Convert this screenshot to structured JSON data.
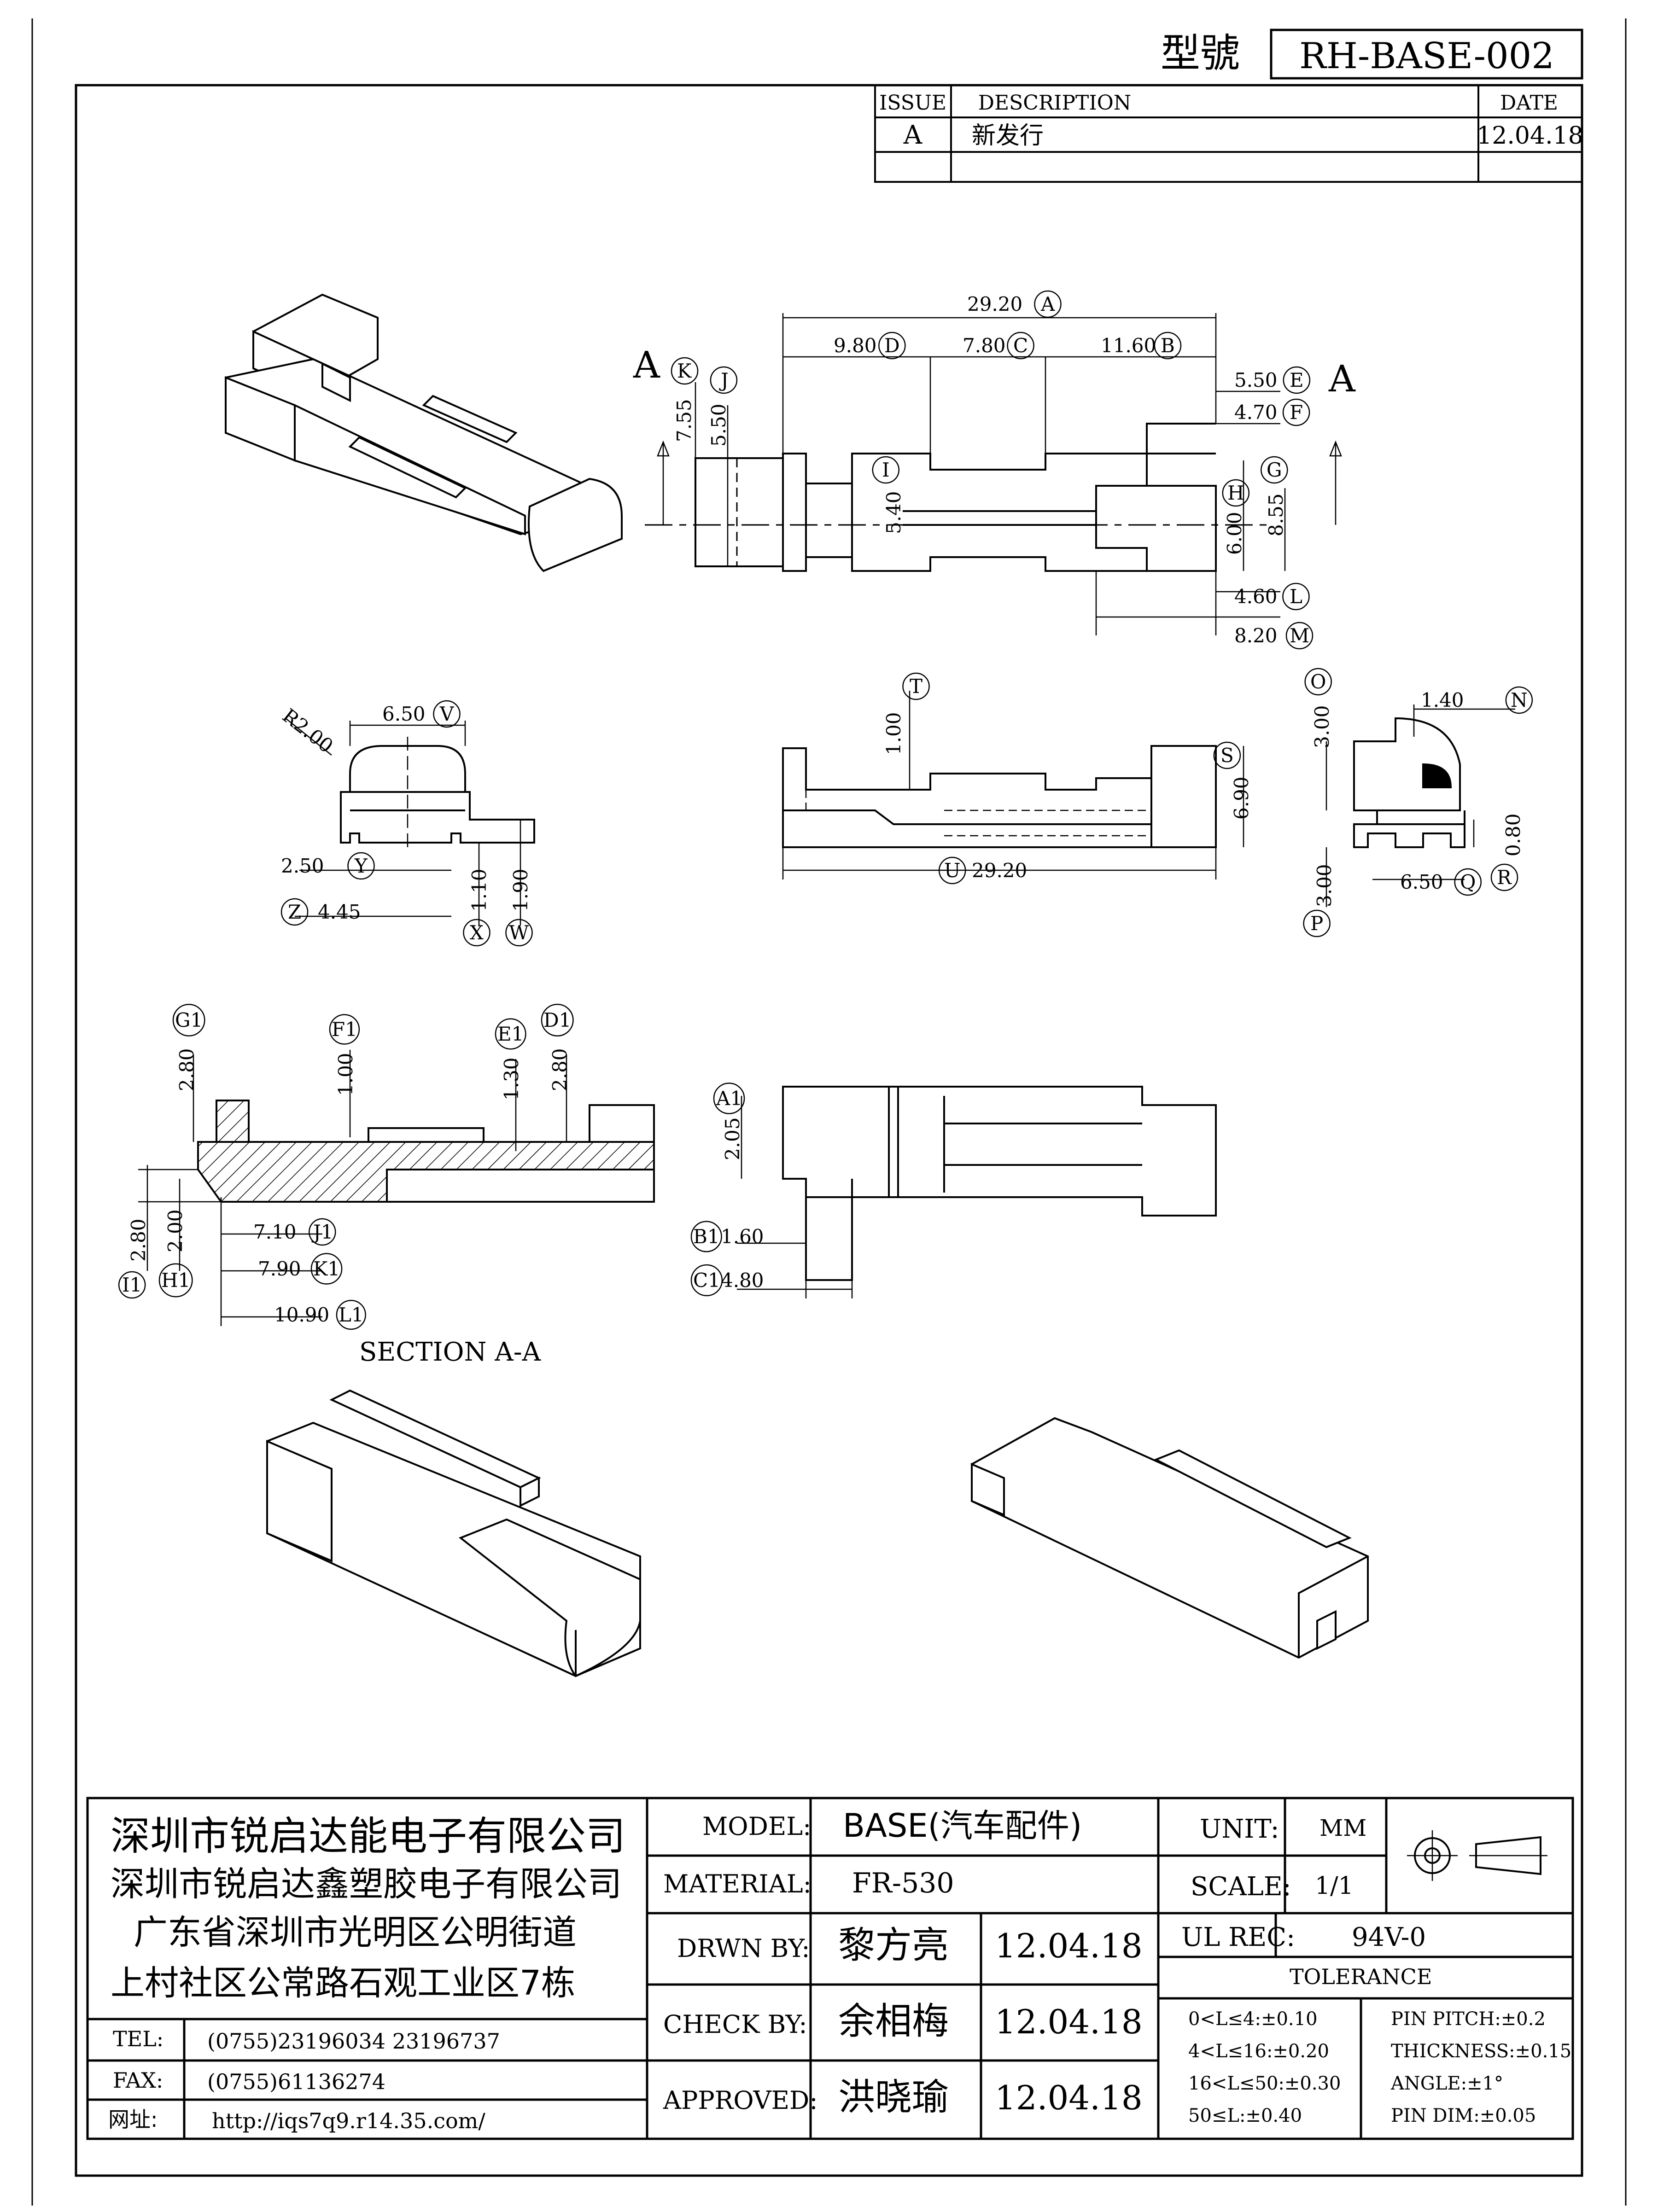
{
  "header": {
    "model_label": "型號",
    "model_number": "RH-BASE-002"
  },
  "revision_table": {
    "col_issue": "ISSUE",
    "col_description": "DESCRIPTION",
    "col_date": "DATE",
    "rows": [
      {
        "issue": "A",
        "description": "新发行",
        "date": "12.04.18"
      },
      {
        "issue": "",
        "description": "",
        "date": ""
      }
    ]
  },
  "drawing": {
    "section_markers": {
      "left": "A",
      "right": "A"
    },
    "section_title": "SECTION A-A",
    "top_view_dims": [
      {
        "value": "29.20",
        "tag": "A"
      },
      {
        "value": "9.80",
        "tag": "D"
      },
      {
        "value": "7.80",
        "tag": "C"
      },
      {
        "value": "11.60",
        "tag": "B"
      },
      {
        "value": "5.50",
        "tag": "E"
      },
      {
        "value": "4.70",
        "tag": "F"
      },
      {
        "value": "7.55",
        "tag": "K"
      },
      {
        "value": "5.50",
        "tag": "J"
      },
      {
        "value": "5.40",
        "tag": "I"
      },
      {
        "value": "6.00",
        "tag": "H"
      },
      {
        "value": "8.55",
        "tag": "G"
      },
      {
        "value": "4.60",
        "tag": "L"
      },
      {
        "value": "8.20",
        "tag": "M"
      }
    ],
    "front_view_dims": [
      {
        "value": "R2.00",
        "tag": ""
      },
      {
        "value": "6.50",
        "tag": "V"
      },
      {
        "value": "2.50",
        "tag": "Y"
      },
      {
        "value": "4.45",
        "tag": "Z"
      },
      {
        "value": "1.10",
        "tag": "X"
      },
      {
        "value": "1.90",
        "tag": "W"
      }
    ],
    "side_view_dims": [
      {
        "value": "1.00",
        "tag": "T"
      },
      {
        "value": "6.90",
        "tag": "S"
      },
      {
        "value": "29.20",
        "tag": "U"
      }
    ],
    "end_view_dims": [
      {
        "value": "3.00",
        "tag": "O"
      },
      {
        "value": "1.40",
        "tag": "N"
      },
      {
        "value": "0.80",
        "tag": "R"
      },
      {
        "value": "6.50",
        "tag": "Q"
      },
      {
        "value": "3.00",
        "tag": "P"
      }
    ],
    "section_dims": [
      {
        "value": "2.80",
        "tag": "G1"
      },
      {
        "value": "1.00",
        "tag": "F1"
      },
      {
        "value": "1.30",
        "tag": "E1"
      },
      {
        "value": "2.80",
        "tag": "D1"
      },
      {
        "value": "7.10",
        "tag": "J1"
      },
      {
        "value": "7.90",
        "tag": "K1"
      },
      {
        "value": "10.90",
        "tag": "L1"
      },
      {
        "value": "2.80",
        "tag": "I1"
      },
      {
        "value": "2.00",
        "tag": "H1"
      }
    ],
    "bottom_view_dims": [
      {
        "value": "2.05",
        "tag": "A1"
      },
      {
        "value": "1.60",
        "tag": "B1"
      },
      {
        "value": "4.80",
        "tag": "C1"
      }
    ]
  },
  "title_block": {
    "company_lines": [
      "深圳市锐启达能电子有限公司",
      "深圳市锐启达鑫塑胶电子有限公司",
      "广东省深圳市光明区公明街道",
      "上村社区公常路石观工业区7栋"
    ],
    "tel_label": "TEL:",
    "tel_value": "(0755)23196034  23196737",
    "fax_label": "FAX:",
    "fax_value": "(0755)61136274",
    "web_label": "网址:",
    "web_value": "http://iqs7q9.r14.35.com/",
    "model_label": "MODEL:",
    "model_value": "BASE(汽车配件)",
    "material_label": "MATERIAL:",
    "material_value": "FR-530",
    "drawn_label": "DRWN BY:",
    "drawn_name": "黎方亮",
    "drawn_date": "12.04.18",
    "check_label": "CHECK BY:",
    "check_name": "余相梅",
    "check_date": "12.04.18",
    "approved_label": "APPROVED:",
    "approved_name": "洪晓瑜",
    "approved_date": "12.04.18",
    "unit_label": "UNIT:",
    "unit_value": "MM",
    "scale_label": "SCALE:",
    "scale_value": "1/1",
    "ul_label": "UL REC:",
    "ul_value": "94V-0",
    "tolerance_label": "TOLERANCE",
    "tolerance_left": [
      "0<L≤4:±0.10",
      "4<L≤16:±0.20",
      "16<L≤50:±0.30",
      "50≤L:±0.40"
    ],
    "tolerance_right": [
      "PIN PITCH:±0.2",
      "THICKNESS:±0.15",
      "ANGLE:±1°",
      "PIN DIM:±0.05"
    ]
  }
}
